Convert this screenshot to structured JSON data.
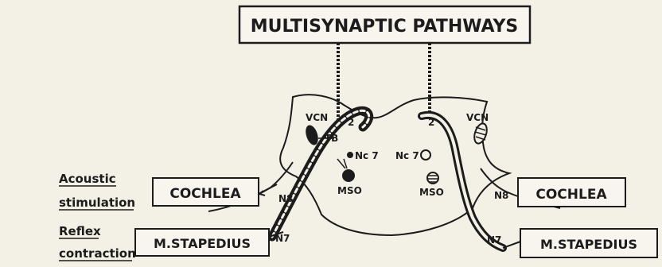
{
  "title": "MULTISYNAPTIC PATHWAYS",
  "side_labels": {
    "acoustic_line1": "Acoustic",
    "acoustic_line2": "stimulation",
    "reflex_line1": "Reflex",
    "reflex_line2": "contraction"
  },
  "left": {
    "cochlea": "COCHLEA",
    "stapedius": "M.STAPEDIUS",
    "vcn": "VCN",
    "tb": "TB",
    "nc7": "Nc 7",
    "mso": "MSO",
    "n8": "N8",
    "n7": "N7",
    "marker": "2"
  },
  "right": {
    "cochlea": "COCHLEA",
    "stapedius": "M.STAPEDIUS",
    "vcn": "VCN",
    "nc7": "Nc 7",
    "mso": "MSO",
    "n8": "N8",
    "n7": "N7",
    "marker": "2"
  }
}
